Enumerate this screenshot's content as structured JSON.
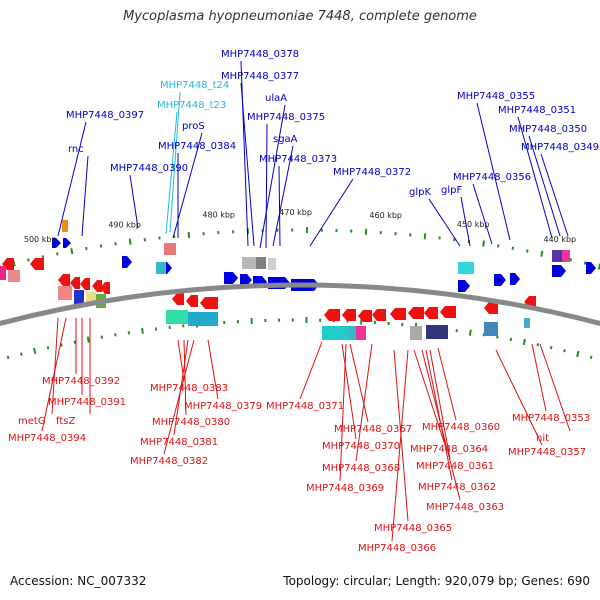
{
  "title": "Mycoplasma hyopneumoniae 7448, complete genome",
  "footer": {
    "accession": "Accession: NC_007332",
    "topology": "Topology: circular; Length: 920,079 bp; Genes: 690"
  },
  "colors": {
    "plus_label": "#0000c8",
    "trna_label": "#22bbdd",
    "minus_label": "#dd1111",
    "plus_gene": "#0000dd",
    "minus_gene": "#ee1111",
    "backbone": "#888888",
    "tick": "#2a8a2a"
  },
  "ticks": [
    {
      "label": "500 kbp"
    },
    {
      "label": "490 kbp"
    },
    {
      "label": "480 kbp"
    },
    {
      "label": "470 kbp"
    },
    {
      "label": "460 kbp"
    },
    {
      "label": "450 kbp"
    },
    {
      "label": "440 kbp"
    }
  ],
  "plus_labels": [
    {
      "text": "MHP7448_0397",
      "type": "gene"
    },
    {
      "text": "rnc",
      "type": "gene"
    },
    {
      "text": "MHP7448_0390",
      "type": "gene"
    },
    {
      "text": "MHP7448_t24",
      "type": "trna"
    },
    {
      "text": "MHP7448_t23",
      "type": "trna"
    },
    {
      "text": "proS",
      "type": "gene"
    },
    {
      "text": "MHP7448_0384",
      "type": "gene"
    },
    {
      "text": "MHP7448_0378",
      "type": "gene"
    },
    {
      "text": "MHP7448_0377",
      "type": "gene"
    },
    {
      "text": "ulaA",
      "type": "gene"
    },
    {
      "text": "MHP7448_0375",
      "type": "gene"
    },
    {
      "text": "sgaA",
      "type": "gene"
    },
    {
      "text": "MHP7448_0373",
      "type": "gene"
    },
    {
      "text": "MHP7448_0372",
      "type": "gene"
    },
    {
      "text": "glpK",
      "type": "gene"
    },
    {
      "text": "glpF",
      "type": "gene"
    },
    {
      "text": "MHP7448_0356",
      "type": "gene"
    },
    {
      "text": "MHP7448_0355",
      "type": "gene"
    },
    {
      "text": "MHP7448_0351",
      "type": "gene"
    },
    {
      "text": "MHP7448_0350",
      "type": "gene"
    },
    {
      "text": "MHP7448_0349",
      "type": "gene"
    }
  ],
  "minus_labels": [
    {
      "text": "MHP7448_0392"
    },
    {
      "text": "MHP7448_0391"
    },
    {
      "text": "metG"
    },
    {
      "text": "ftsZ"
    },
    {
      "text": "MHP7448_0394"
    },
    {
      "text": "MHP7448_0383"
    },
    {
      "text": "MHP7448_0380"
    },
    {
      "text": "MHP7448_0381"
    },
    {
      "text": "MHP7448_0382"
    },
    {
      "text": "MHP7448_0379"
    },
    {
      "text": "MHP7448_0371"
    },
    {
      "text": "MHP7448_0367"
    },
    {
      "text": "MHP7448_0370"
    },
    {
      "text": "MHP7448_0368"
    },
    {
      "text": "MHP7448_0369"
    },
    {
      "text": "MHP7448_0365"
    },
    {
      "text": "MHP7448_0366"
    },
    {
      "text": "MHP7448_0364"
    },
    {
      "text": "MHP7448_0360"
    },
    {
      "text": "MHP7448_0361"
    },
    {
      "text": "MHP7448_0362"
    },
    {
      "text": "MHP7448_0363"
    },
    {
      "text": "MHP7448_0357"
    },
    {
      "text": "MHP7448_0353"
    },
    {
      "text": "hit"
    }
  ]
}
